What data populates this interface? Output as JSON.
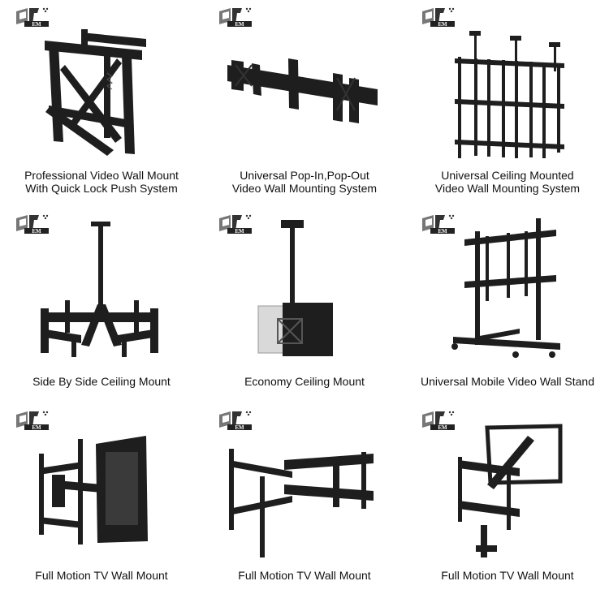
{
  "logo_text": "EM",
  "colors": {
    "metal": "#1c1c1c",
    "metal_mid": "#2e2e2e",
    "metal_light": "#555555",
    "panel": "#2b2b2b",
    "glass": "#d9d9d9",
    "caption": "#111111"
  },
  "products": [
    {
      "caption": "Professional Video Wall Mount\nWith Quick Lock Push System",
      "icon": "video-wall-push-mount"
    },
    {
      "caption": "Universal Pop-In,Pop-Out\nVideo Wall Mounting System",
      "icon": "pop-in-pop-out-mount"
    },
    {
      "caption": "Universal Ceiling Mounted\nVideo Wall Mounting System",
      "icon": "ceiling-video-wall-mount"
    },
    {
      "caption": "Side By Side Ceiling Mount",
      "icon": "side-by-side-ceiling-mount"
    },
    {
      "caption": "Economy Ceiling Mount",
      "icon": "economy-ceiling-mount"
    },
    {
      "caption": "Universal Mobile Video Wall Stand",
      "icon": "mobile-video-wall-stand"
    },
    {
      "caption": "Full Motion TV Wall Mount",
      "icon": "full-motion-mount-a"
    },
    {
      "caption": "Full Motion TV Wall Mount",
      "icon": "full-motion-mount-b"
    },
    {
      "caption": "Full Motion TV Wall Mount",
      "icon": "full-motion-mount-c"
    }
  ]
}
